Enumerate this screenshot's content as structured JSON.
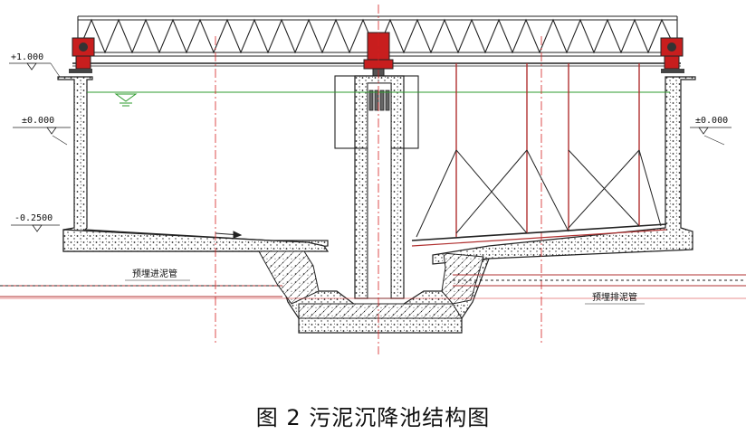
{
  "caption": "图 2  污泥沉降池结构图",
  "elevations": {
    "top": "+1.000",
    "left_zero": "±0.000",
    "right_zero": "±0.000",
    "bottom": "-0.2500"
  },
  "labels": {
    "inlet_pipe": "预埋进泥管",
    "outlet_pipe": "预埋排泥管"
  },
  "colors": {
    "concrete_outline": "#222222",
    "water_line": "#2e9b2e",
    "centerline": "#d42020",
    "structure": "#222222",
    "pipe_red": "#b03030",
    "drive_red": "#c81e1e"
  }
}
